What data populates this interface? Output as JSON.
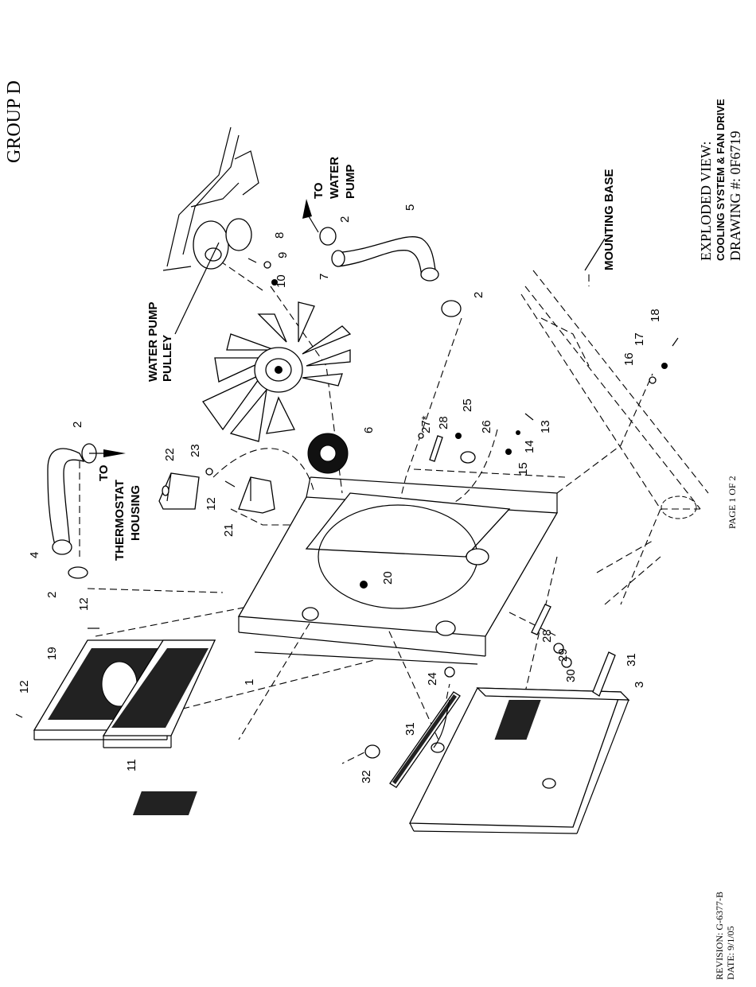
{
  "header": {
    "group": "GROUP D"
  },
  "title_block": {
    "view": "EXPLODED VIEW:",
    "subtitle": "COOLING SYSTEM & FAN DRIVE",
    "drawing": "DRAWING #: 0F6719"
  },
  "footer": {
    "page": "PAGE 1 OF 2",
    "revision": "REVISION: G-6377-B",
    "date": "DATE: 9/1/05"
  },
  "labels": {
    "water_pump_pulley_1": "WATER PUMP",
    "water_pump_pulley_2": "PULLEY",
    "to_water_pump_1": "TO",
    "to_water_pump_2": "WATER",
    "to_water_pump_3": "PUMP",
    "to_thermostat_1": "TO",
    "to_thermostat_2": "THERMOSTAT",
    "to_thermostat_3": "HOUSING",
    "mounting_base": "MOUNTING BASE"
  },
  "callouts": {
    "c1": "1",
    "c2a": "2",
    "c2b": "2",
    "c2c": "2",
    "c2d": "2",
    "c3": "3",
    "c4": "4",
    "c5": "5",
    "c6": "6",
    "c7": "7",
    "c8": "8",
    "c9": "9",
    "c10": "10",
    "c11": "11",
    "c12a": "12",
    "c12b": "12",
    "c12c": "12",
    "c13": "13",
    "c14": "14",
    "c15": "15",
    "c16": "16",
    "c17": "17",
    "c18": "18",
    "c19": "19",
    "c20": "20",
    "c21": "21",
    "c22": "22",
    "c23": "23",
    "c24": "24",
    "c25": "25",
    "c26": "26",
    "c27": "27*",
    "c28a": "28",
    "c28b": "28",
    "c29": "29",
    "c30": "30",
    "c31a": "31",
    "c31b": "31",
    "c32": "32"
  }
}
